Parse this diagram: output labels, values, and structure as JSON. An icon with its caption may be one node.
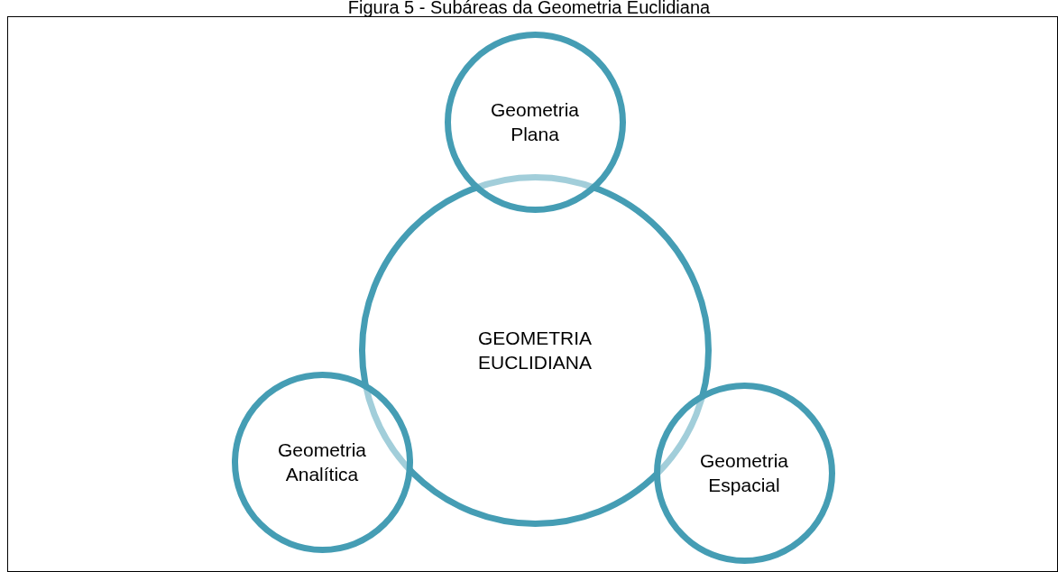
{
  "diagram": {
    "title": "Figura 5 - Subáreas da Geometria Euclidiana",
    "nodes": [
      {
        "text": [
          "GEOMETRIA EUCLIDIANA"
        ]
      },
      {
        "text": [
          "Geometria Plana"
        ]
      },
      {
        "text": [
          "Geometria Analítica"
        ]
      },
      {
        "text": [
          "Geometria Espacial"
        ]
      }
    ]
  }
}
